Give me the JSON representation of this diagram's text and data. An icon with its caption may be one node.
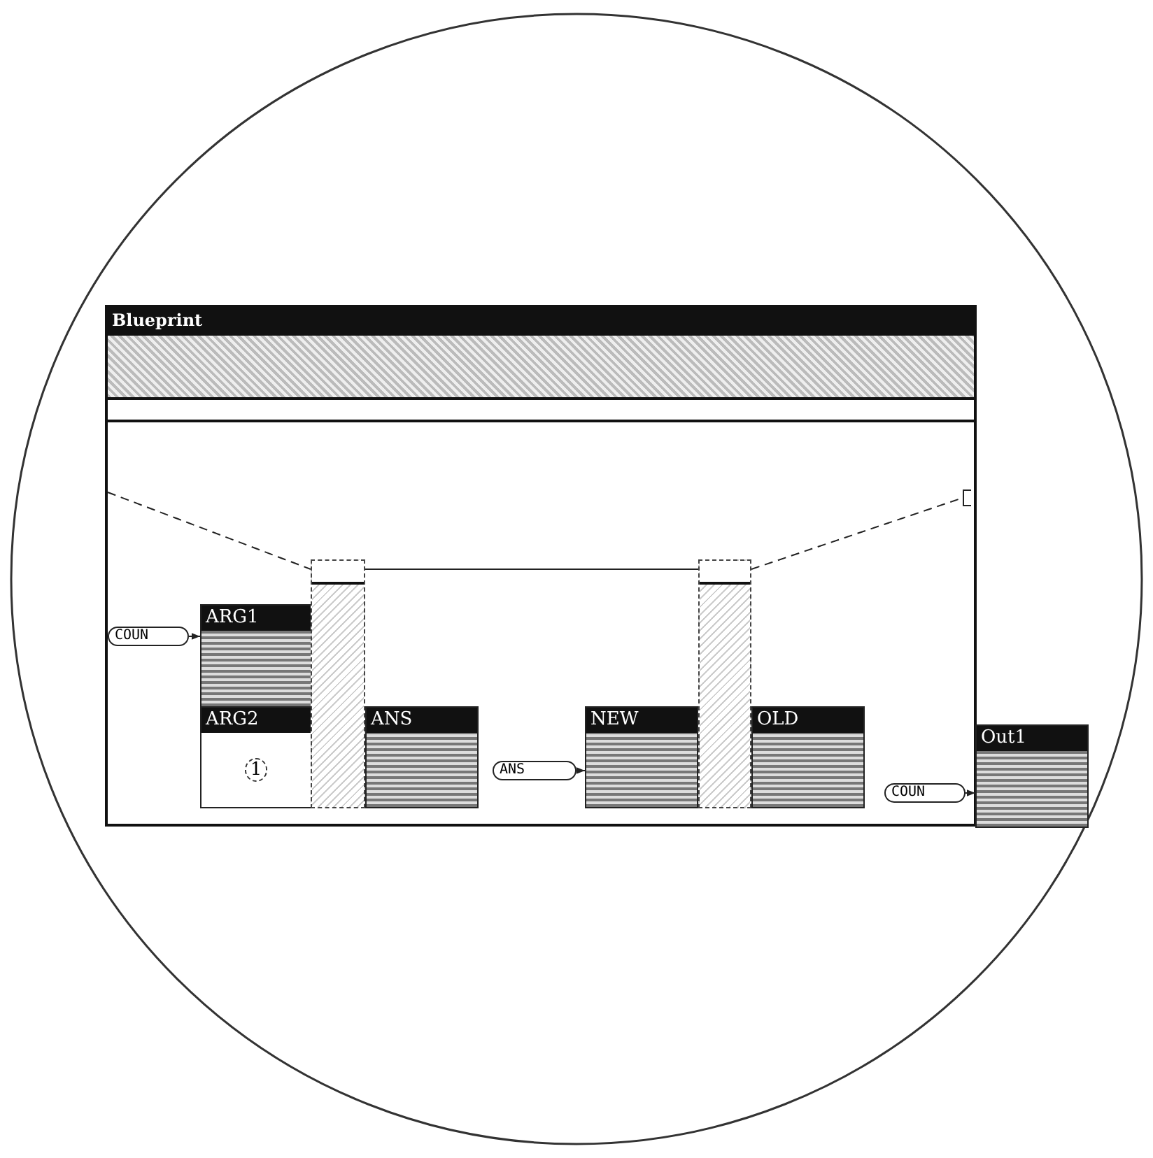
{
  "diagram": {
    "nodes": [
      {
        "text": [
          "Blueprint"
        ]
      },
      {
        "text": [
          "ARG1"
        ],
        "in": 0
      },
      {
        "text": [
          "ARG2",
          "1"
        ],
        "in": 0
      },
      {
        "text": [
          "ANS"
        ],
        "in": 0
      },
      {
        "text": [
          "NEW"
        ],
        "in": 0
      },
      {
        "text": [
          "OLD"
        ],
        "in": 0
      },
      {
        "text": [
          "Out1"
        ]
      },
      {
        "text": [
          "COUN"
        ],
        "in": 0
      },
      {
        "text": [
          "ANS"
        ],
        "in": 0
      },
      {
        "text": [
          "COUN"
        ],
        "in": 0
      },
      {
        "text": [],
        "shape": "bar",
        "in": 0
      },
      {
        "text": [],
        "shape": "bar",
        "in": 0
      },
      {
        "text": [],
        "shape": "bar",
        "in": 0
      }
    ],
    "edges": [
      {
        "from": 7,
        "to": 1,
        "arrow": "to"
      },
      {
        "from": 8,
        "to": 4,
        "arrow": "to"
      },
      {
        "from": 9,
        "to": 6,
        "arrow": "to"
      },
      {
        "from": null,
        "to": 10,
        "arrow": "none",
        "style": "dashed"
      },
      {
        "from": 10,
        "to": 11,
        "arrow": "none"
      },
      {
        "from": 11,
        "to": 12,
        "arrow": "none",
        "style": "dashed"
      }
    ]
  }
}
